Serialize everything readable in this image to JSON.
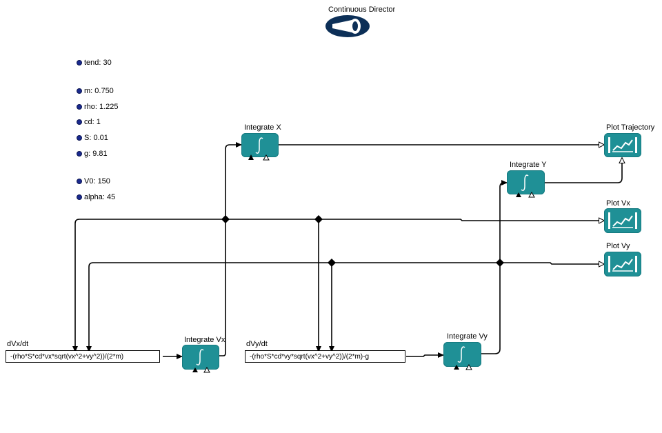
{
  "director": {
    "label": "Continuous Director",
    "icon": "megaphone-icon"
  },
  "parameters": [
    {
      "id": "tend",
      "text": "tend: 30"
    },
    {
      "id": "m",
      "text": "m: 0.750"
    },
    {
      "id": "rho",
      "text": "rho: 1.225"
    },
    {
      "id": "cd",
      "text": "cd: 1"
    },
    {
      "id": "S",
      "text": "S: 0.01"
    },
    {
      "id": "g",
      "text": "g: 9.81"
    },
    {
      "id": "V0",
      "text": "V0: 150"
    },
    {
      "id": "alpha",
      "text": "alpha: 45"
    }
  ],
  "actors": {
    "integrate_x": {
      "label": "Integrate X",
      "icon": "integral-icon"
    },
    "integrate_y": {
      "label": "Integrate Y",
      "icon": "integral-icon"
    },
    "integrate_vx": {
      "label": "Integrate Vx",
      "icon": "integral-icon"
    },
    "integrate_vy": {
      "label": "Integrate Vy",
      "icon": "integral-icon"
    },
    "plot_trajectory": {
      "label": "Plot Trajectory",
      "icon": "plot-icon"
    },
    "plot_vx": {
      "label": "Plot Vx",
      "icon": "plot-icon"
    },
    "plot_vy": {
      "label": "Plot Vy",
      "icon": "plot-icon"
    }
  },
  "expressions": {
    "dvx": {
      "title": "dVx/dt",
      "formula": "-(rho*S*cd*vx*sqrt(vx^2+vy^2))/(2*m)"
    },
    "dvy": {
      "title": "dVy/dt",
      "formula": "-(rho*S*cd*vy*sqrt(vx^2+vy^2))/(2*m)-g"
    }
  },
  "colors": {
    "actor": "#1f9096",
    "director": "#0c2f57",
    "parameter_dot": "#1a2a8f",
    "wire": "#000000"
  }
}
